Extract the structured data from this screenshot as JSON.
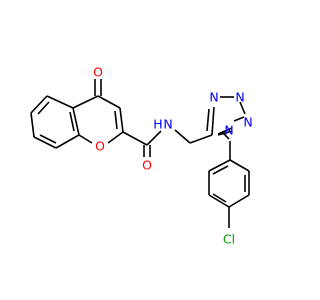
{
  "molecule": {
    "atoms": {
      "o_carbonyl_chromone": {
        "symbol": "O",
        "color": "#ff0000"
      },
      "o_ring": {
        "symbol": "O",
        "color": "#ff0000"
      },
      "o_amide": {
        "symbol": "O",
        "color": "#ff0000"
      },
      "n_amide": {
        "symbol": "N",
        "color": "#0000ff"
      },
      "h_amide": {
        "symbol": "H",
        "color": "#0000ff"
      },
      "n_tz1": {
        "symbol": "N",
        "color": "#0000ff"
      },
      "n_tz2": {
        "symbol": "N",
        "color": "#0000ff"
      },
      "n_tz3": {
        "symbol": "N",
        "color": "#0000ff"
      },
      "n_tz4": {
        "symbol": "N",
        "color": "#0000ff"
      },
      "cl": {
        "symbol": "Cl",
        "color": "#00a000"
      }
    },
    "bond_color": "#000000"
  }
}
